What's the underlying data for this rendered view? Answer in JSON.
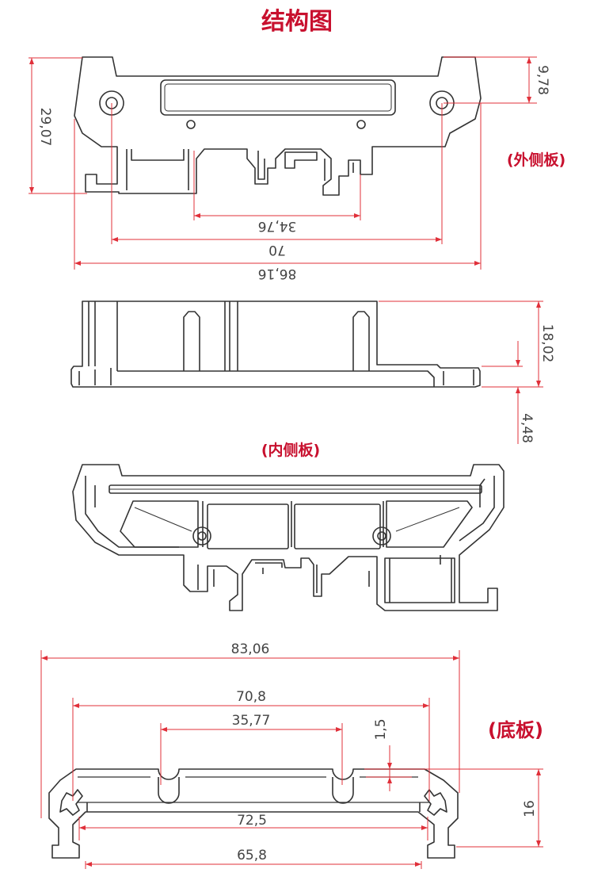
{
  "title": "结构图",
  "colors": {
    "accent": "#c8102e",
    "outline": "#333333",
    "dimension": "#e0303a",
    "dim_text": "#444444"
  },
  "views": {
    "outer_plate": {
      "label": "(外侧板)",
      "dimensions": {
        "height_total": "29,07",
        "top_offset": "9,78",
        "inner_span": "34,76",
        "hole_span": "70",
        "overall_width": "86,16"
      }
    },
    "side": {
      "dimensions": {
        "height": "18,02",
        "base": "4,48"
      }
    },
    "inner_plate": {
      "label": "(内侧板)"
    },
    "base_plate": {
      "label": "(底板)",
      "dimensions": {
        "overall_width": "83,06",
        "outer_span": "70,8",
        "slot_span": "35,77",
        "slot_depth": "1,5",
        "height": "16",
        "inner_rail": "72,5",
        "bottom_width": "65,8"
      }
    }
  }
}
